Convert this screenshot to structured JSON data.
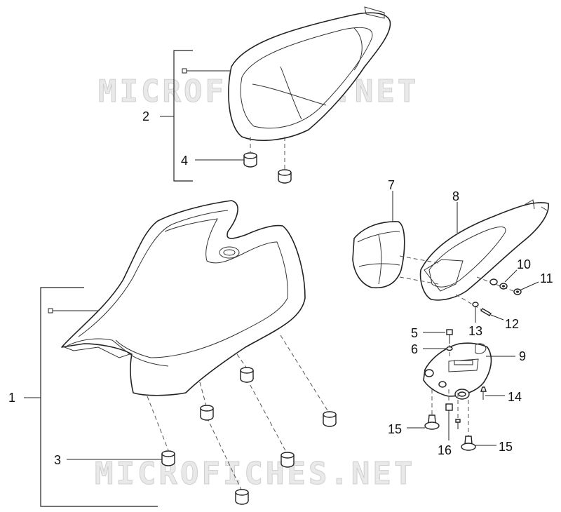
{
  "watermark": "MICROFICHES.NET",
  "callouts": {
    "c1": "1",
    "c2": "2",
    "c3": "3",
    "c4": "4",
    "c5": "5",
    "c6": "6",
    "c7": "7",
    "c8": "8",
    "c9": "9",
    "c10": "10",
    "c11": "11",
    "c12": "12",
    "c13": "13",
    "c14": "14",
    "c15a": "15",
    "c15b": "15",
    "c16": "16"
  }
}
